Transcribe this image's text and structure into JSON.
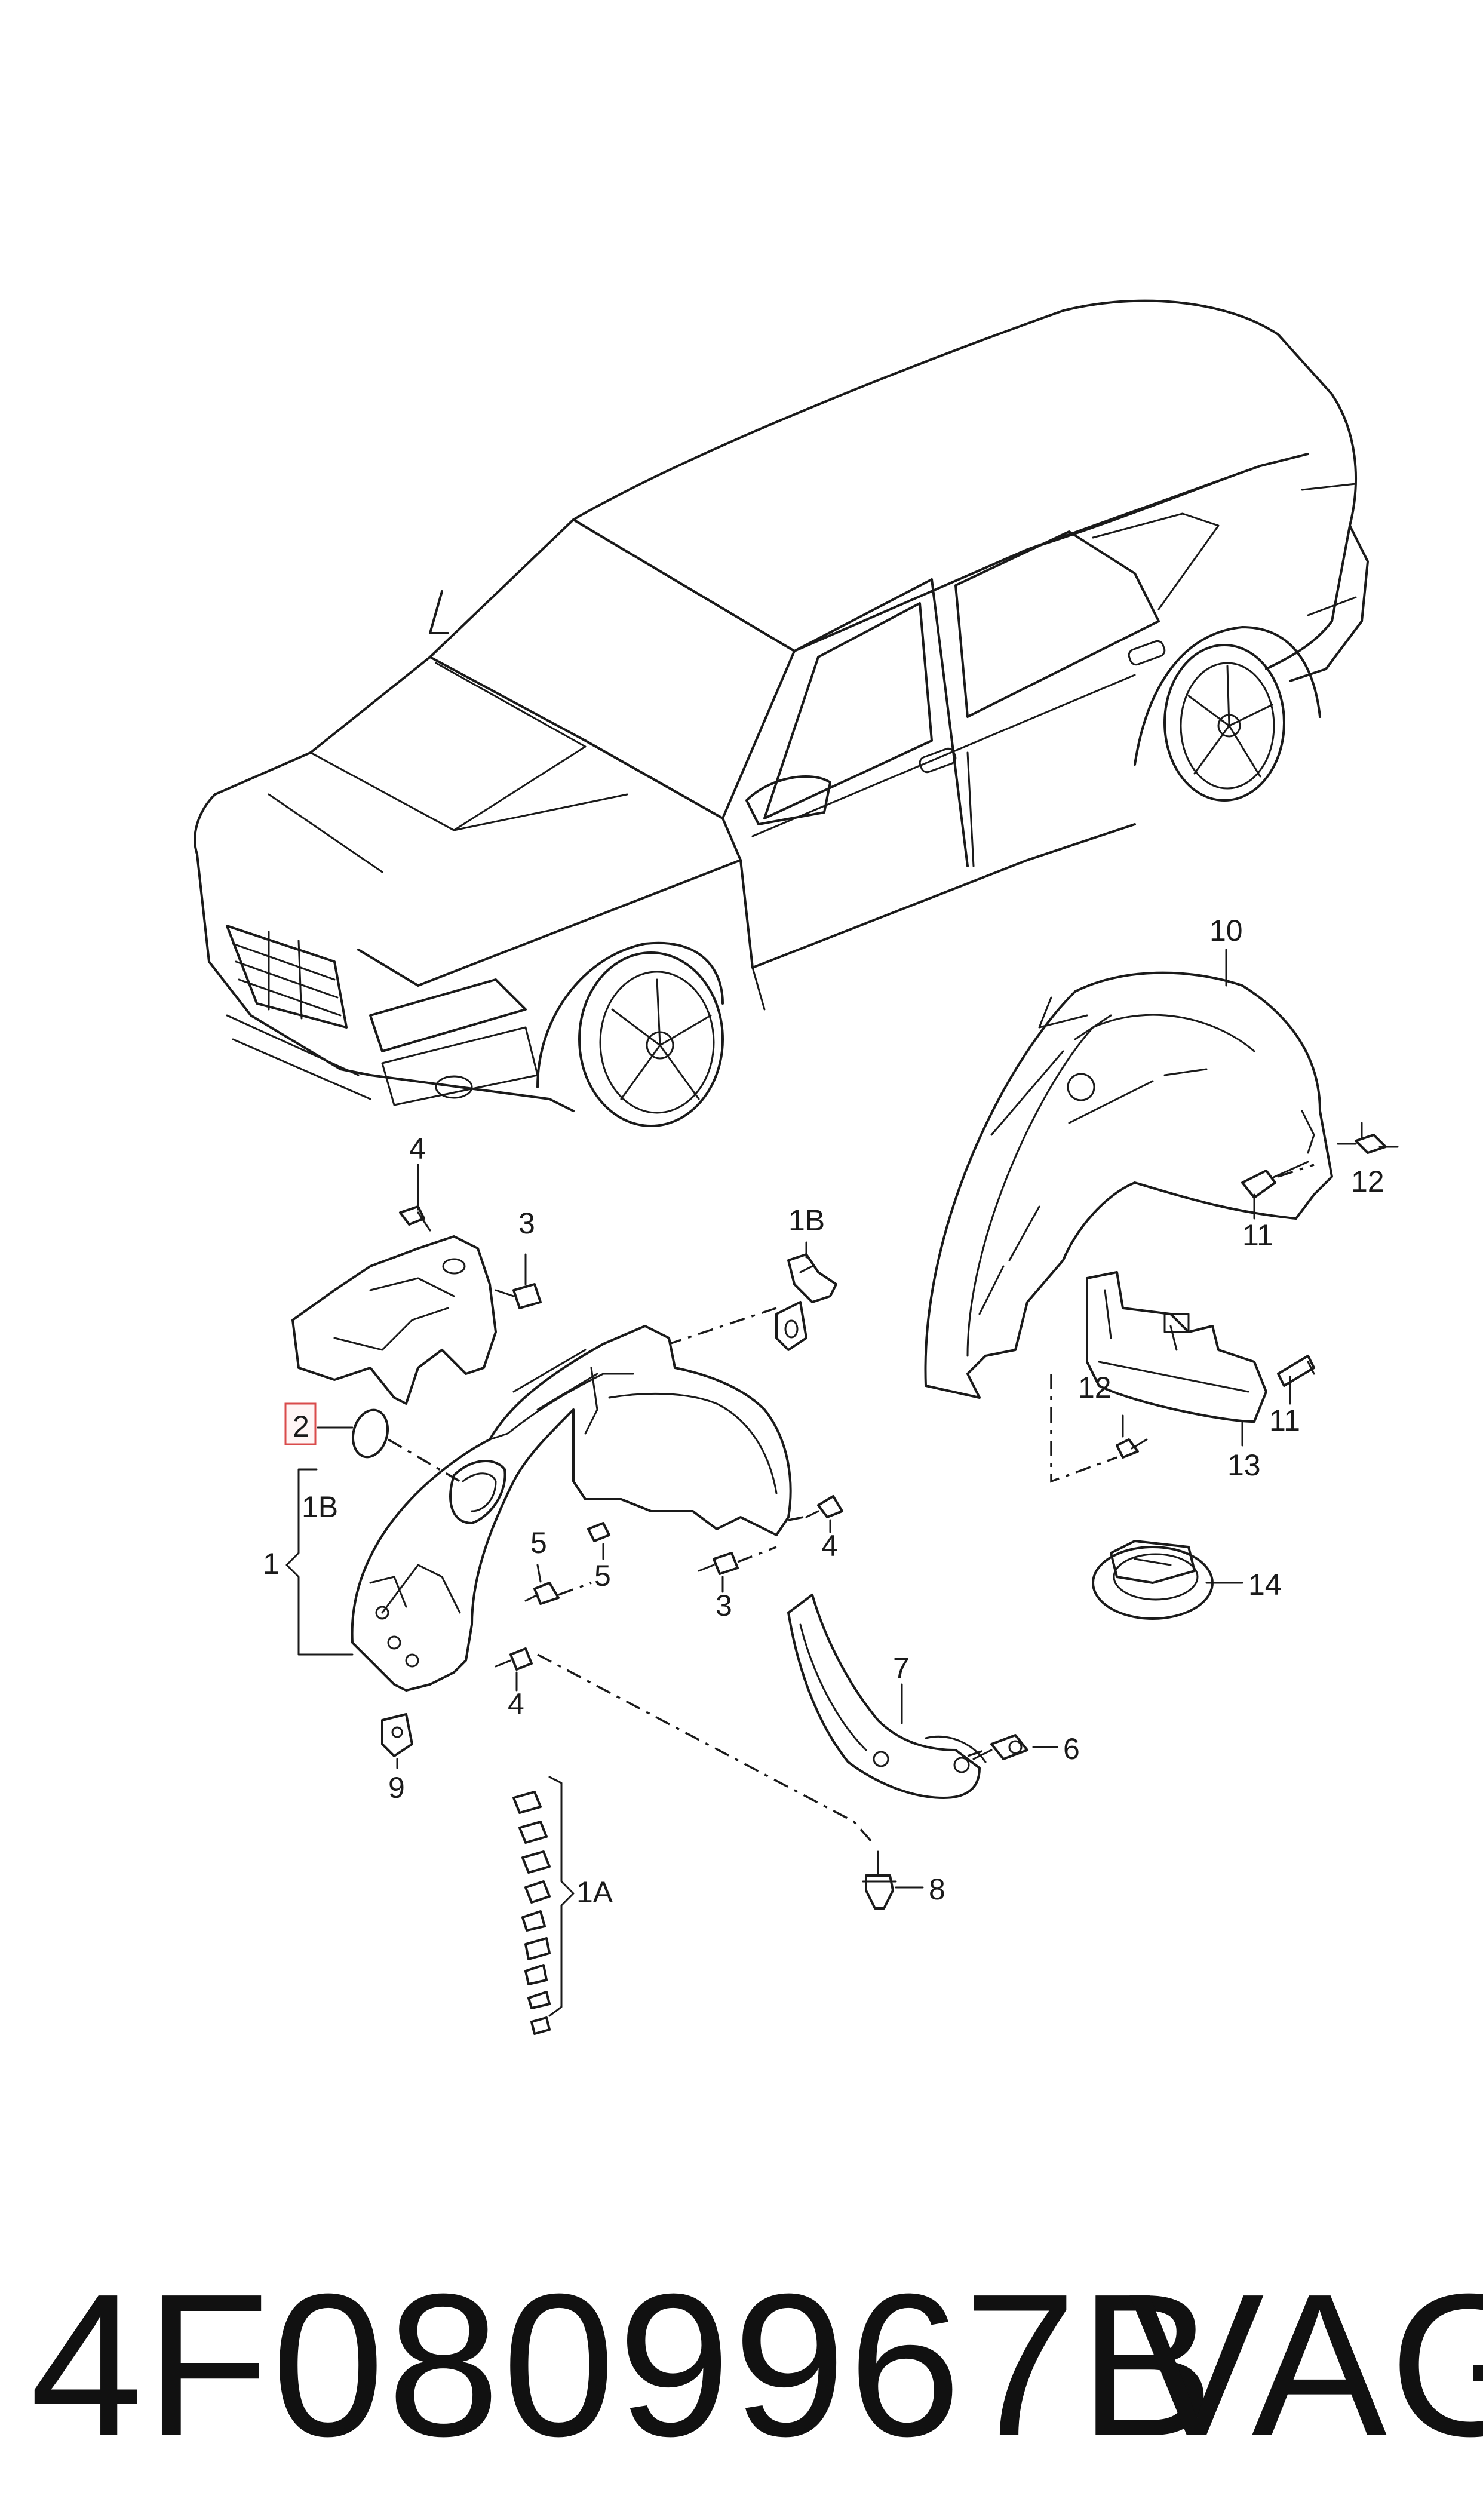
{
  "callouts": {
    "c1": "1",
    "c1A": "1A",
    "c1B_left": "1B",
    "c1B_top": "1B",
    "c2": "2",
    "c3_top": "3",
    "c3_bottom": "3",
    "c4_top": "4",
    "c4_mid": "4",
    "c4_bottom": "4",
    "c5_a": "5",
    "c5_b": "5",
    "c6": "6",
    "c7": "7",
    "c8": "8",
    "c9": "9",
    "c10": "10",
    "c11_a": "11",
    "c11_b": "11",
    "c12_a": "12",
    "c12_b": "12",
    "c13": "13",
    "c14": "14"
  },
  "highlighted_callout": "2",
  "footer": {
    "part_number": "4F0809967B",
    "brand": "VAG"
  },
  "colors": {
    "line": "#1a1a1a",
    "highlight_border": "#d94b4b",
    "background": "#ffffff"
  }
}
